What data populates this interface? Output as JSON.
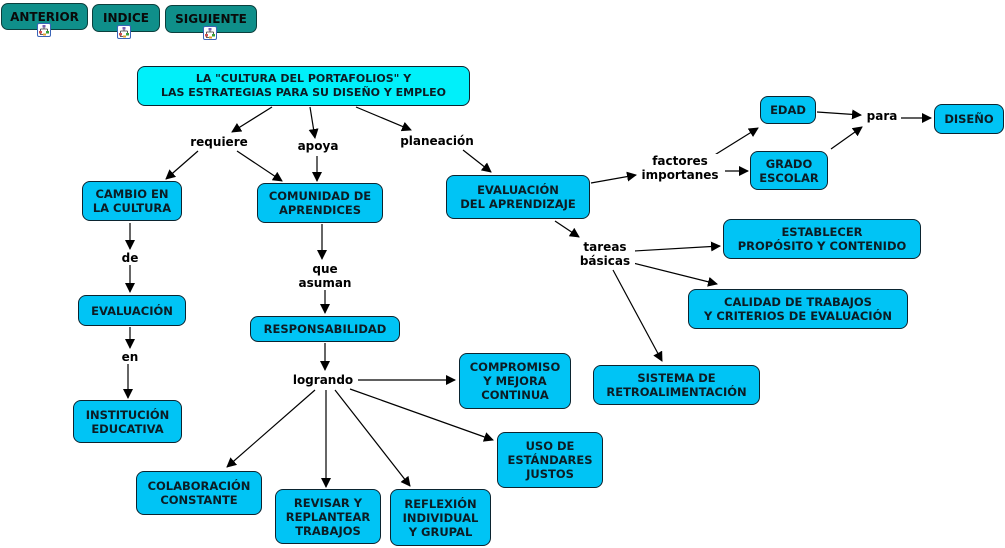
{
  "nav": {
    "previous_label": "ANTERIOR",
    "index_label": "INDICE",
    "next_label": "SIGUIENTE",
    "icon": "concept-map-icon"
  },
  "colors": {
    "nav_button": "#0f8f8a",
    "root_concept": "#00f0fa",
    "concept": "#00c4f5",
    "edge": "#000000"
  },
  "concepts": {
    "root": "LA \"CULTURA DEL PORTAFOLIOS\" Y\nLAS ESTRATEGIAS PARA SU DISEÑO Y EMPLEO",
    "cambio": "CAMBIO EN\nLA CULTURA",
    "evaluacion": "EVALUACIÓN",
    "institucion": "INSTITUCIÓN\nEDUCATIVA",
    "comunidad": "COMUNIDAD DE\nAPRENDICES",
    "responsabilidad": "RESPONSABILIDAD",
    "compromiso": "COMPROMISO\nY MEJORA\nCONTINUA",
    "colaboracion": "COLABORACIÓN\nCONSTANTE",
    "revisar": "REVISAR Y\nREPLANTEAR\nTRABAJOS",
    "reflexion": "REFLEXIÓN\nINDIVIDUAL\nY GRUPAL",
    "estandares": "USO DE\nESTÁNDARES\nJUSTOS",
    "eval_aprendizaje": "EVALUACIÓN\nDEL APRENDIZAJE",
    "edad": "EDAD",
    "grado": "GRADO\nESCOLAR",
    "diseno": "DISEÑO",
    "establecer": "ESTABLECER\nPROPÓSITO Y CONTENIDO",
    "calidad": "CALIDAD DE TRABAJOS\nY CRITERIOS DE EVALUACIÓN",
    "sistema": "SISTEMA DE\nRETROALIMENTACIÓN"
  },
  "links": {
    "requiere": "requiere",
    "apoya": "apoya",
    "planeacion": "planeación",
    "de": "de",
    "en": "en",
    "que_asuman": "que\nasuman",
    "logrando": "logrando",
    "factores": "factores\nimportanes",
    "para": "para",
    "tareas": "tareas\nbásicas"
  }
}
